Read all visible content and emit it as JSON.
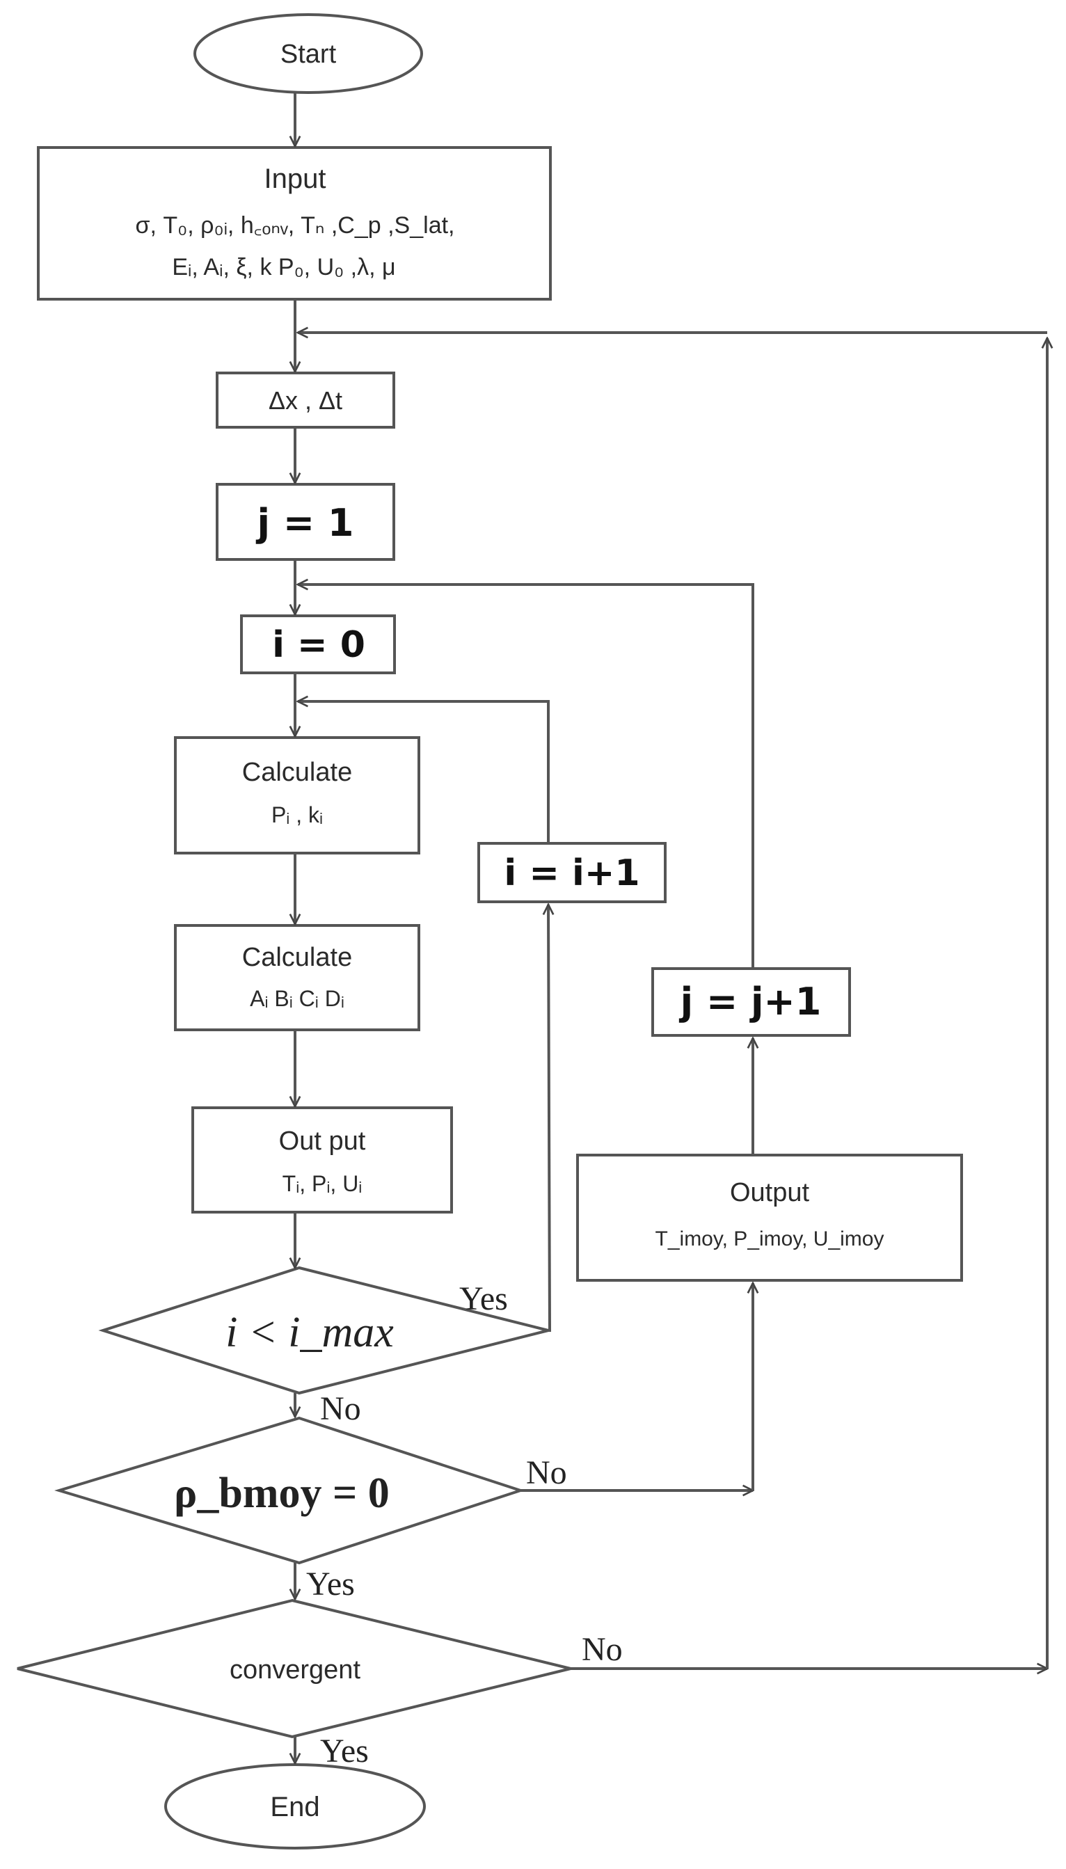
{
  "colors": {
    "stroke": "#555555",
    "text": "#2a2a2a",
    "background": "#ffffff"
  },
  "nodes": {
    "start": "Start",
    "input_title": "Input",
    "input_line1": "σ, T₀, ρ₀ᵢ, h꜀ₒₙᵥ, Tₙ ,C_p ,S_lat,",
    "input_line2": "Eᵢ, Aᵢ, ξ, k P₀, U₀ ,λ, μ",
    "dx_dt": "Δx , Δt",
    "j_init": "j = 1",
    "i_init": "i = 0",
    "calc1_title": "Calculate",
    "calc1_vars": "Pᵢ , kᵢ",
    "calc2_title": "Calculate",
    "calc2_vars": "Aᵢ Bᵢ Cᵢ Dᵢ",
    "out1_title": "Out put",
    "out1_vars": "Tᵢ, Pᵢ, Uᵢ",
    "i_incr": "i = i+1",
    "j_incr": "j = j+1",
    "out2_title": "Output",
    "out2_vars": "T_imoy, P_imoy, U_imoy",
    "dec1": "i < i_max",
    "dec2": "ρ_bmoy = 0",
    "dec3": "convergent",
    "end": "End"
  },
  "edges": {
    "dec1_yes": "Yes",
    "dec1_no": "No",
    "dec2_no": "No",
    "dec2_yes": "Yes",
    "dec3_no": "No",
    "dec3_yes": "Yes"
  }
}
